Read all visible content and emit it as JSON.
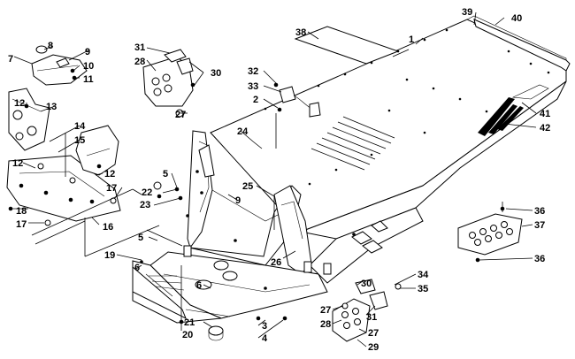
{
  "diagram": {
    "background": "#ffffff",
    "ink": "#000000",
    "callouts": [
      {
        "id": "c39",
        "text": "39"
      },
      {
        "id": "c40",
        "text": "40"
      },
      {
        "id": "c38",
        "text": "38"
      },
      {
        "id": "c1",
        "text": "1"
      },
      {
        "id": "c8",
        "text": "8"
      },
      {
        "id": "c9a",
        "text": "9"
      },
      {
        "id": "c7",
        "text": "7"
      },
      {
        "id": "c10",
        "text": "10"
      },
      {
        "id": "c11",
        "text": "11"
      },
      {
        "id": "c31a",
        "text": "31"
      },
      {
        "id": "c28a",
        "text": "28"
      },
      {
        "id": "c30a",
        "text": "30"
      },
      {
        "id": "c32",
        "text": "32"
      },
      {
        "id": "c33",
        "text": "33"
      },
      {
        "id": "c2",
        "text": "2"
      },
      {
        "id": "c12a",
        "text": "12"
      },
      {
        "id": "c13",
        "text": "13"
      },
      {
        "id": "c27a",
        "text": "27"
      },
      {
        "id": "c14",
        "text": "14"
      },
      {
        "id": "c15",
        "text": "15"
      },
      {
        "id": "c41",
        "text": "41"
      },
      {
        "id": "c42",
        "text": "42"
      },
      {
        "id": "c24",
        "text": "24"
      },
      {
        "id": "c12b",
        "text": "12"
      },
      {
        "id": "c12c",
        "text": "12"
      },
      {
        "id": "c5a",
        "text": "5"
      },
      {
        "id": "c17a",
        "text": "17"
      },
      {
        "id": "c22",
        "text": "22"
      },
      {
        "id": "c25",
        "text": "25"
      },
      {
        "id": "c9b",
        "text": "9"
      },
      {
        "id": "c23",
        "text": "23"
      },
      {
        "id": "c18",
        "text": "18"
      },
      {
        "id": "c17b",
        "text": "17"
      },
      {
        "id": "c16",
        "text": "16"
      },
      {
        "id": "c36a",
        "text": "36"
      },
      {
        "id": "c37",
        "text": "37"
      },
      {
        "id": "c5b",
        "text": "5"
      },
      {
        "id": "c19",
        "text": "19"
      },
      {
        "id": "c6a",
        "text": "6"
      },
      {
        "id": "c26",
        "text": "26"
      },
      {
        "id": "c36b",
        "text": "36"
      },
      {
        "id": "c34",
        "text": "34"
      },
      {
        "id": "c6b",
        "text": "6"
      },
      {
        "id": "c30b",
        "text": "30"
      },
      {
        "id": "c35",
        "text": "35"
      },
      {
        "id": "c27b",
        "text": "27"
      },
      {
        "id": "c31b",
        "text": "31"
      },
      {
        "id": "c21",
        "text": "21"
      },
      {
        "id": "c3",
        "text": "3"
      },
      {
        "id": "c28b",
        "text": "28"
      },
      {
        "id": "c27c",
        "text": "27"
      },
      {
        "id": "c20",
        "text": "20"
      },
      {
        "id": "c4",
        "text": "4"
      },
      {
        "id": "c29",
        "text": "29"
      }
    ]
  }
}
